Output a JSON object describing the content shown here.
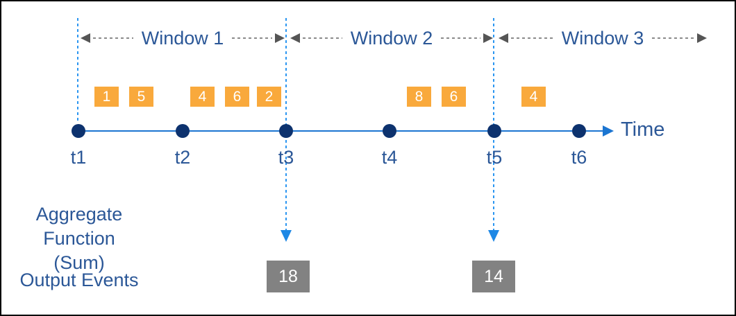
{
  "windows": [
    {
      "label": "Window 1"
    },
    {
      "label": "Window 2"
    },
    {
      "label": "Window 3"
    }
  ],
  "timeline": {
    "ticks": [
      "t1",
      "t2",
      "t3",
      "t4",
      "t5",
      "t6"
    ],
    "axis_label": "Time"
  },
  "events": [
    {
      "value": "1",
      "window": "Window 1"
    },
    {
      "value": "5",
      "window": "Window 1"
    },
    {
      "value": "4",
      "window": "Window 1"
    },
    {
      "value": "6",
      "window": "Window 1"
    },
    {
      "value": "2",
      "window": "Window 1"
    },
    {
      "value": "8",
      "window": "Window 2"
    },
    {
      "value": "6",
      "window": "Window 2"
    },
    {
      "value": "4",
      "window": "Window 3"
    }
  ],
  "aggregate": {
    "line1": "Aggregate",
    "line2": "Function (Sum)"
  },
  "output": {
    "label": "Output Events",
    "values": [
      {
        "value": "18",
        "at_tick": "t3"
      },
      {
        "value": "14",
        "at_tick": "t5"
      }
    ]
  },
  "colors": {
    "event_fill": "#f9a93c",
    "output_fill": "#828282",
    "text_navy": "#2b5797",
    "dot_navy": "#0d326e",
    "axis_blue": "#1b75d1",
    "dashed_blue": "#2b96f1",
    "window_arrow_gray": "#555555"
  }
}
